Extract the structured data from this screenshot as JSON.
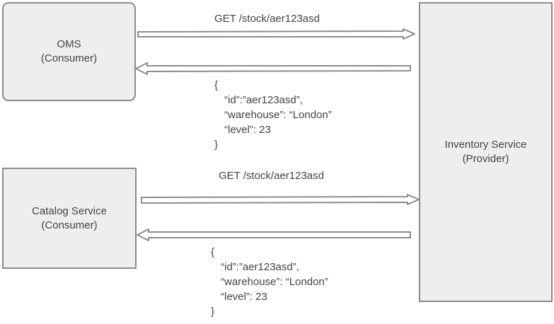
{
  "nodes": {
    "oms": {
      "name": "OMS",
      "role": "(Consumer)"
    },
    "catalog": {
      "name": "Catalog Service",
      "role": "(Consumer)"
    },
    "inventory": {
      "name": "Inventory Service",
      "role": "(Provider)"
    }
  },
  "interactions": [
    {
      "request": "GET /stock/aer123asd",
      "response": {
        "open": "{",
        "lines": [
          "“id”:”aer123asd”,",
          "“warehouse”: “London”",
          "“level”: 23"
        ],
        "close": "}"
      }
    },
    {
      "request": "GET /stock/aer123asd",
      "response": {
        "open": "{",
        "lines": [
          "“id”:”aer123asd”,",
          "“warehouse”: “London”",
          "“level”: 23"
        ],
        "close": "}"
      }
    }
  ],
  "colors": {
    "box_fill": "#eeeeee",
    "box_border": "#8c8c8c",
    "arrow": "#8c8c8c",
    "text": "#444444"
  }
}
